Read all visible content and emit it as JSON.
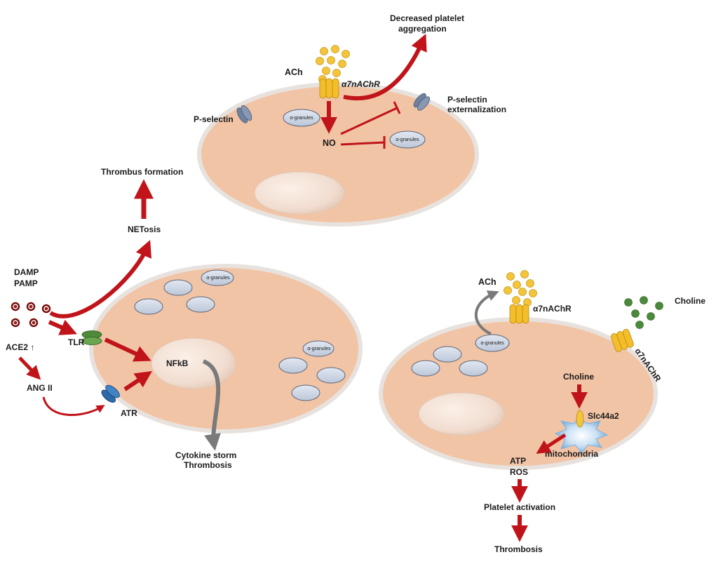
{
  "top_platelet": {
    "ach": "ACh",
    "receptor": "α7nAChR",
    "p_selectin": "P-selectin",
    "granules": "α-granules",
    "granules2": "α-granules",
    "no": "NO",
    "outcome_aggregation_line1": "Decreased platelet",
    "outcome_aggregation_line2": "aggregation",
    "externalization_line1": "P-selectin",
    "externalization_line2": "externalization"
  },
  "left_platelet": {
    "thrombus": "Thrombus formation",
    "netosis": "NETosis",
    "damp": "DAMP",
    "pamp": "PAMP",
    "tlr": "TLR",
    "ace2": "ACE2 ↑",
    "ang2": "ANG II",
    "atr": "ATR",
    "nfkb": "NFkB",
    "granules_top": "α-granules",
    "granules_right": "α-granules",
    "cytokine_line1": "Cytokine storm",
    "cytokine_line2": "Thrombosis"
  },
  "right_platelet": {
    "ach": "ACh",
    "receptor_top": "α7nAChR",
    "receptor_side": "α7nAChR",
    "choline_outside": "Choline",
    "choline_inside": "Choline",
    "granules": "α-granules",
    "slc": "Slc44a2",
    "mitochondria": "mitochondria",
    "atp": "ATP",
    "ros": "ROS",
    "activation": "Platelet activation",
    "thrombosis": "Thrombosis"
  },
  "colors": {
    "cytoplasm": "#f2c4a6",
    "membrane": "#e6e0dc",
    "arrow_red": "#c0141a",
    "arrow_gray": "#7a7a7a",
    "receptor": "#f4be2a",
    "granule": "#cdd6e4",
    "choline": "#4a8a3a",
    "tlr": "#4f8a3a",
    "atr": "#2a6aa8",
    "p_selectin": "#6f82a0"
  }
}
